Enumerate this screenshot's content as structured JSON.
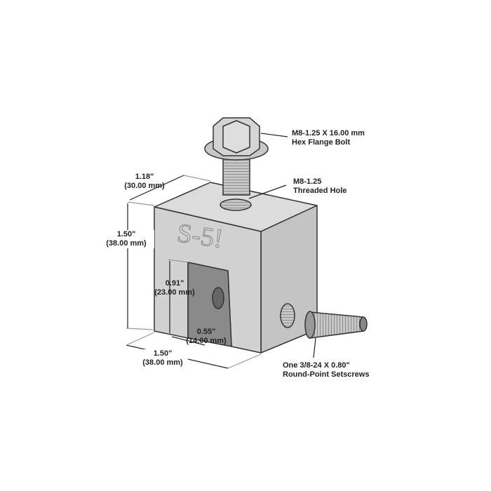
{
  "callouts": {
    "bolt": {
      "line1": "M8-1.25 X 16.00 mm",
      "line2": "Hex Flange Bolt"
    },
    "hole": {
      "line1": "M8-1.25",
      "line2": "Threaded Hole"
    },
    "setscrew": {
      "line1": "One 3/8-24 X 0.80\"",
      "line2": "Round-Point Setscrews"
    }
  },
  "dimensions": {
    "depth": {
      "in": "1.18\"",
      "mm": "(30.00 mm)"
    },
    "height": {
      "in": "1.50\"",
      "mm": "(38.00 mm)"
    },
    "slot_height": {
      "in": "0.91\"",
      "mm": "(23.00 mm)"
    },
    "slot_width": {
      "in": "0.55\"",
      "mm": "(14.00 mm)"
    },
    "width": {
      "in": "1.50\"",
      "mm": "(38.00 mm)"
    }
  },
  "logo": "S-5!"
}
